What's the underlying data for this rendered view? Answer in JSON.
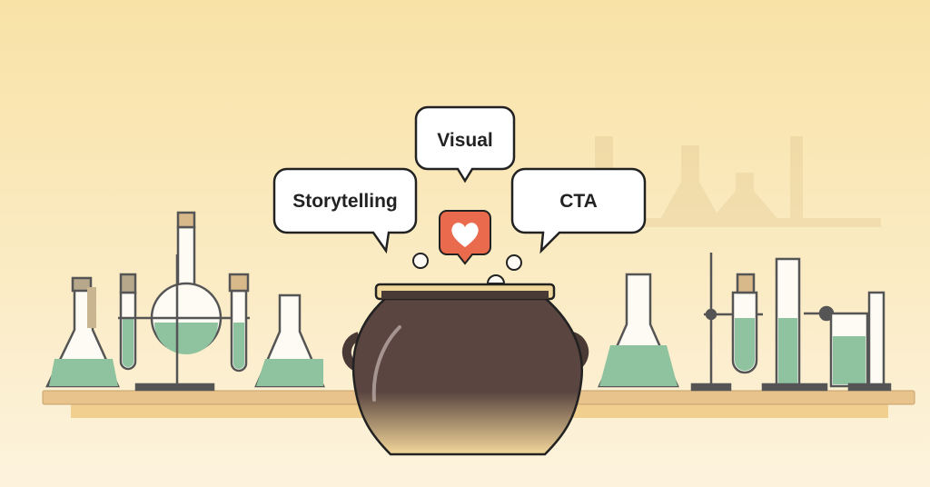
{
  "bubbles": {
    "storytelling": "Storytelling",
    "visual": "Visual",
    "cta": "CTA"
  },
  "icons": [
    "heart-icon",
    "cauldron",
    "flasks",
    "test-tubes",
    "lab-stands"
  ],
  "colors": {
    "background_top": "#f8e2a6",
    "background_bottom": "#fdf3dd",
    "shelf": "#e8c48c",
    "liquid": "#8fc3a0",
    "pot": "#5a4540",
    "heart_badge": "#ea6a4e"
  }
}
